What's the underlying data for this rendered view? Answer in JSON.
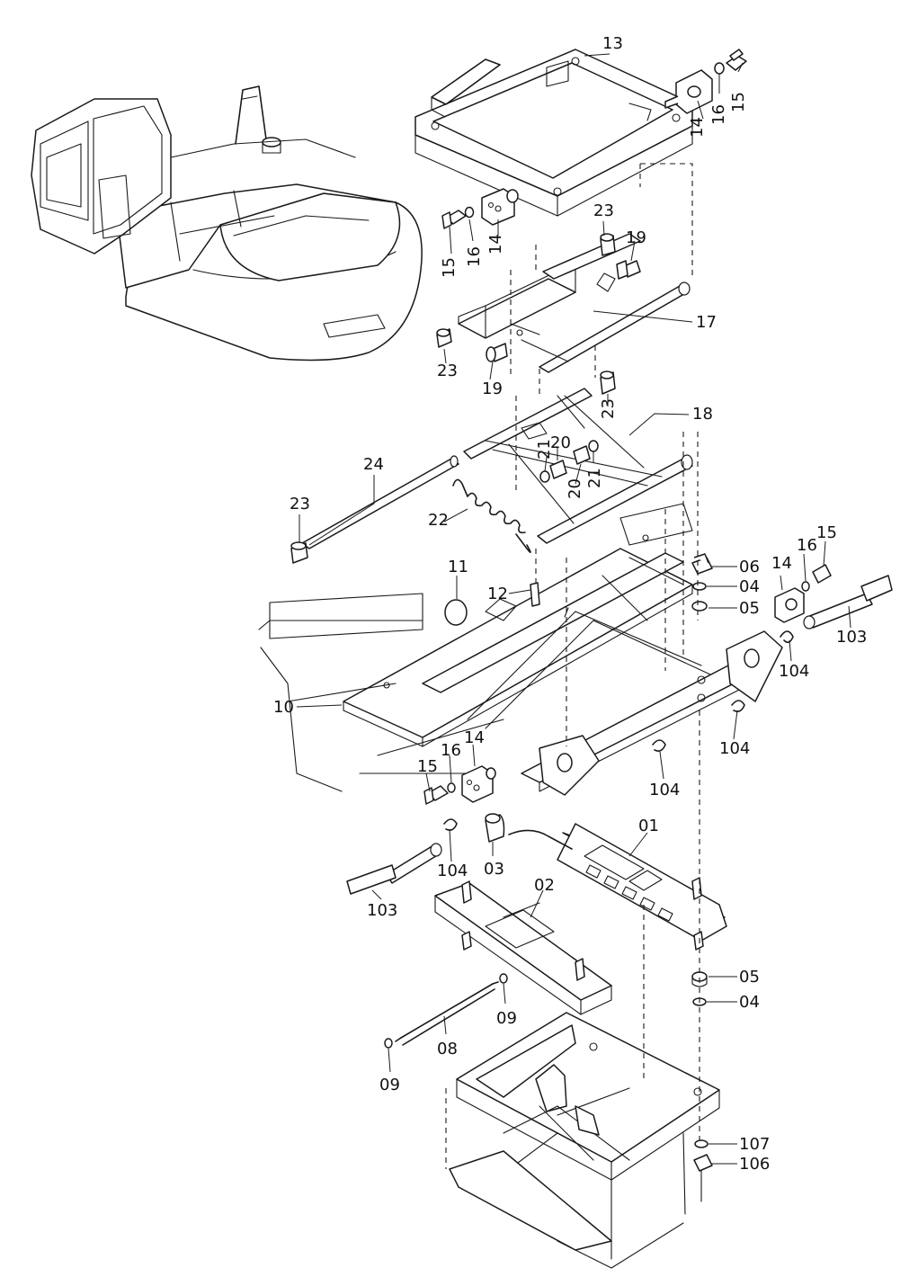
{
  "labels": {
    "l13": "13",
    "l15a": "15",
    "l16a": "16",
    "l14a": "14",
    "l23a": "23",
    "l19a": "19",
    "l15b": "15",
    "l16b": "16",
    "l14b": "14",
    "l17": "17",
    "l23b": "23",
    "l19b": "19",
    "l23c": "23",
    "l18": "18",
    "l24": "24",
    "l21a": "21",
    "l20a": "20",
    "l20b": "20",
    "l21b": "21",
    "l23d": "23",
    "l22": "22",
    "l11": "11",
    "l12": "12",
    "l06": "06",
    "l04a": "04",
    "l05a": "05",
    "l14c": "14",
    "l16c": "16",
    "l15c": "15",
    "l103a": "103",
    "l104a": "104",
    "l10": "10",
    "l104b": "104",
    "l16d": "16",
    "l14d": "14",
    "l15d": "15",
    "l104c": "104",
    "l104d": "104",
    "l03": "03",
    "l01": "01",
    "l103b": "103",
    "l02": "02",
    "l05b": "05",
    "l04b": "04",
    "l09a": "09",
    "l08": "08",
    "l09b": "09",
    "l107": "107",
    "l106": "106"
  }
}
